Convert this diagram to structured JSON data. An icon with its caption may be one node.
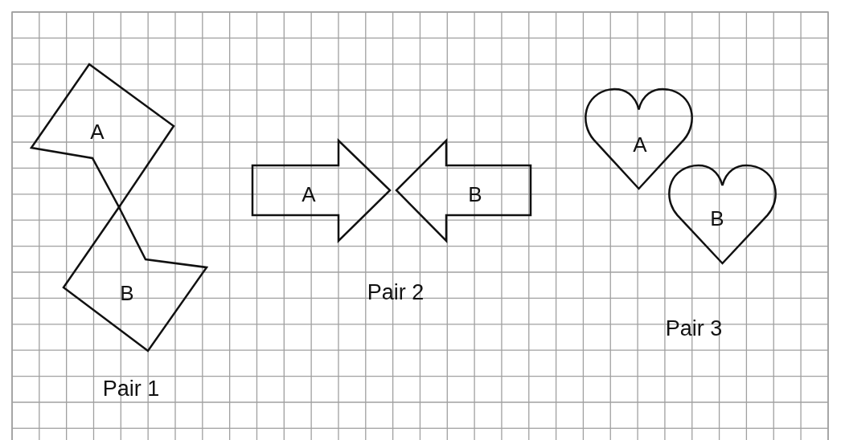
{
  "diagram": {
    "nodes": [
      {
        "text": [
          "A"
        ]
      },
      {
        "text": [
          "B"
        ]
      },
      {
        "text": [
          "A"
        ]
      },
      {
        "text": [
          "B"
        ]
      },
      {
        "text": [
          "A"
        ]
      },
      {
        "text": [
          "B"
        ]
      }
    ],
    "labels": [
      "Pair 1",
      "Pair 2",
      "Pair 3"
    ]
  }
}
